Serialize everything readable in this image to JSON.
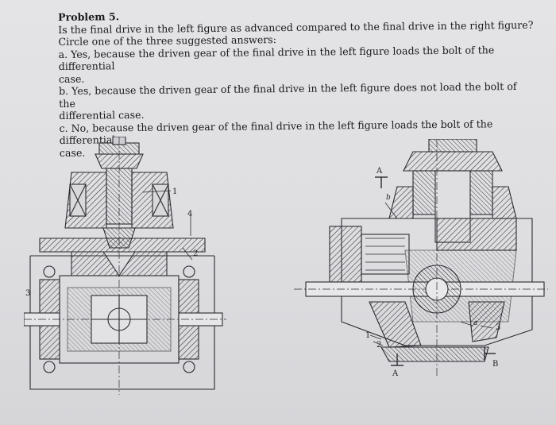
{
  "problem": {
    "title": "Problem 5.",
    "question_line1": "Is the final drive in the left figure as advanced compared to the final drive in the right figure?",
    "question_line2": "Circle one of the three suggested answers:",
    "options": [
      {
        "line1": "a. Yes, because the driven gear of the final drive in the left figure loads the bolt of the differential",
        "line2": "case."
      },
      {
        "line1": "b. Yes, because the driven gear of the final drive in the left figure does not load the bolt of the",
        "line2": "differential case."
      },
      {
        "line1": "c. No, because the driven gear of the final drive in the left figure loads the bolt of the differential",
        "line2": "case."
      }
    ]
  },
  "left_figure": {
    "labels": {
      "l1": "1",
      "l2": "2",
      "l3": "3",
      "l4": "4"
    }
  },
  "right_figure": {
    "labels": {
      "sectionA_top": "A",
      "sectionA_bottom": "A",
      "sectionB": "B",
      "b": "b",
      "a": "a",
      "n1": "1",
      "n2": "2",
      "n3": "3"
    }
  }
}
